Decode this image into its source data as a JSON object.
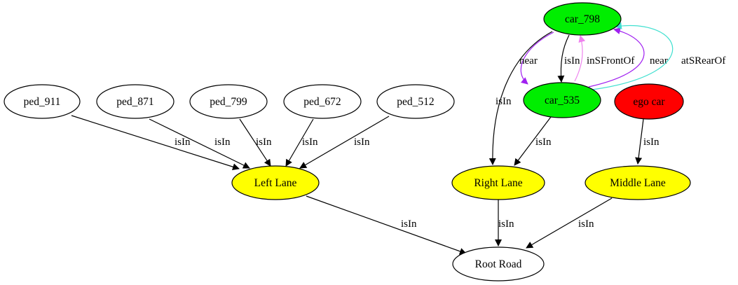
{
  "nodes": {
    "car_798": {
      "label": "car_798",
      "fill": "#00ee00"
    },
    "car_535": {
      "label": "car_535",
      "fill": "#00ee00"
    },
    "ego_car": {
      "label": "ego car",
      "fill": "#ff0000"
    },
    "ped_911": {
      "label": "ped_911",
      "fill": "#ffffff"
    },
    "ped_871": {
      "label": "ped_871",
      "fill": "#ffffff"
    },
    "ped_799": {
      "label": "ped_799",
      "fill": "#ffffff"
    },
    "ped_672": {
      "label": "ped_672",
      "fill": "#ffffff"
    },
    "ped_512": {
      "label": "ped_512",
      "fill": "#ffffff"
    },
    "left_lane": {
      "label": "Left Lane",
      "fill": "#ffff00"
    },
    "right_lane": {
      "label": "Right Lane",
      "fill": "#ffff00"
    },
    "middle_lane": {
      "label": "Middle Lane",
      "fill": "#ffff00"
    },
    "root_road": {
      "label": "Root Road",
      "fill": "#ffffff"
    }
  },
  "edges": {
    "ped_911_isin": {
      "label": "isIn",
      "from": "ped_911",
      "to": "Left Lane",
      "color": "#000000"
    },
    "ped_871_isin": {
      "label": "isIn",
      "from": "ped_871",
      "to": "Left Lane",
      "color": "#000000"
    },
    "ped_799_isin": {
      "label": "isIn",
      "from": "ped_799",
      "to": "Left Lane",
      "color": "#000000"
    },
    "ped_672_isin": {
      "label": "isIn",
      "from": "ped_672",
      "to": "Left Lane",
      "color": "#000000"
    },
    "ped_512_isin": {
      "label": "isIn",
      "from": "ped_512",
      "to": "Left Lane",
      "color": "#000000"
    },
    "car798_near_car535": {
      "label": "near",
      "from": "car_798",
      "to": "car_535",
      "color": "#a020f0"
    },
    "car798_isin_car535": {
      "label": "isIn",
      "from": "car_798",
      "to": "car_535",
      "color": "#000000"
    },
    "car535_insfrontof_car798": {
      "label": "inSFrontOf",
      "from": "car_535",
      "to": "car_798",
      "color": "#ee82ee"
    },
    "car535_near_car798": {
      "label": "near",
      "from": "car_535",
      "to": "car_798",
      "color": "#a020f0"
    },
    "car535_atsrearof_car798": {
      "label": "atSRearOf",
      "from": "car_535",
      "to": "car_798",
      "color": "#40e0d0"
    },
    "car798_isin_right": {
      "label": "isIn",
      "from": "car_798",
      "to": "Right Lane",
      "color": "#000000"
    },
    "car535_isin_right": {
      "label": "isIn",
      "from": "car_535",
      "to": "Right Lane",
      "color": "#000000"
    },
    "ego_isin_middle": {
      "label": "isIn",
      "from": "ego car",
      "to": "Middle Lane",
      "color": "#000000"
    },
    "left_isin_root": {
      "label": "isIn",
      "from": "Left Lane",
      "to": "Root Road",
      "color": "#000000"
    },
    "right_isin_root": {
      "label": "isIn",
      "from": "Right Lane",
      "to": "Root Road",
      "color": "#000000"
    },
    "middle_isin_root": {
      "label": "isIn",
      "from": "Middle Lane",
      "to": "Root Road",
      "color": "#000000"
    }
  }
}
